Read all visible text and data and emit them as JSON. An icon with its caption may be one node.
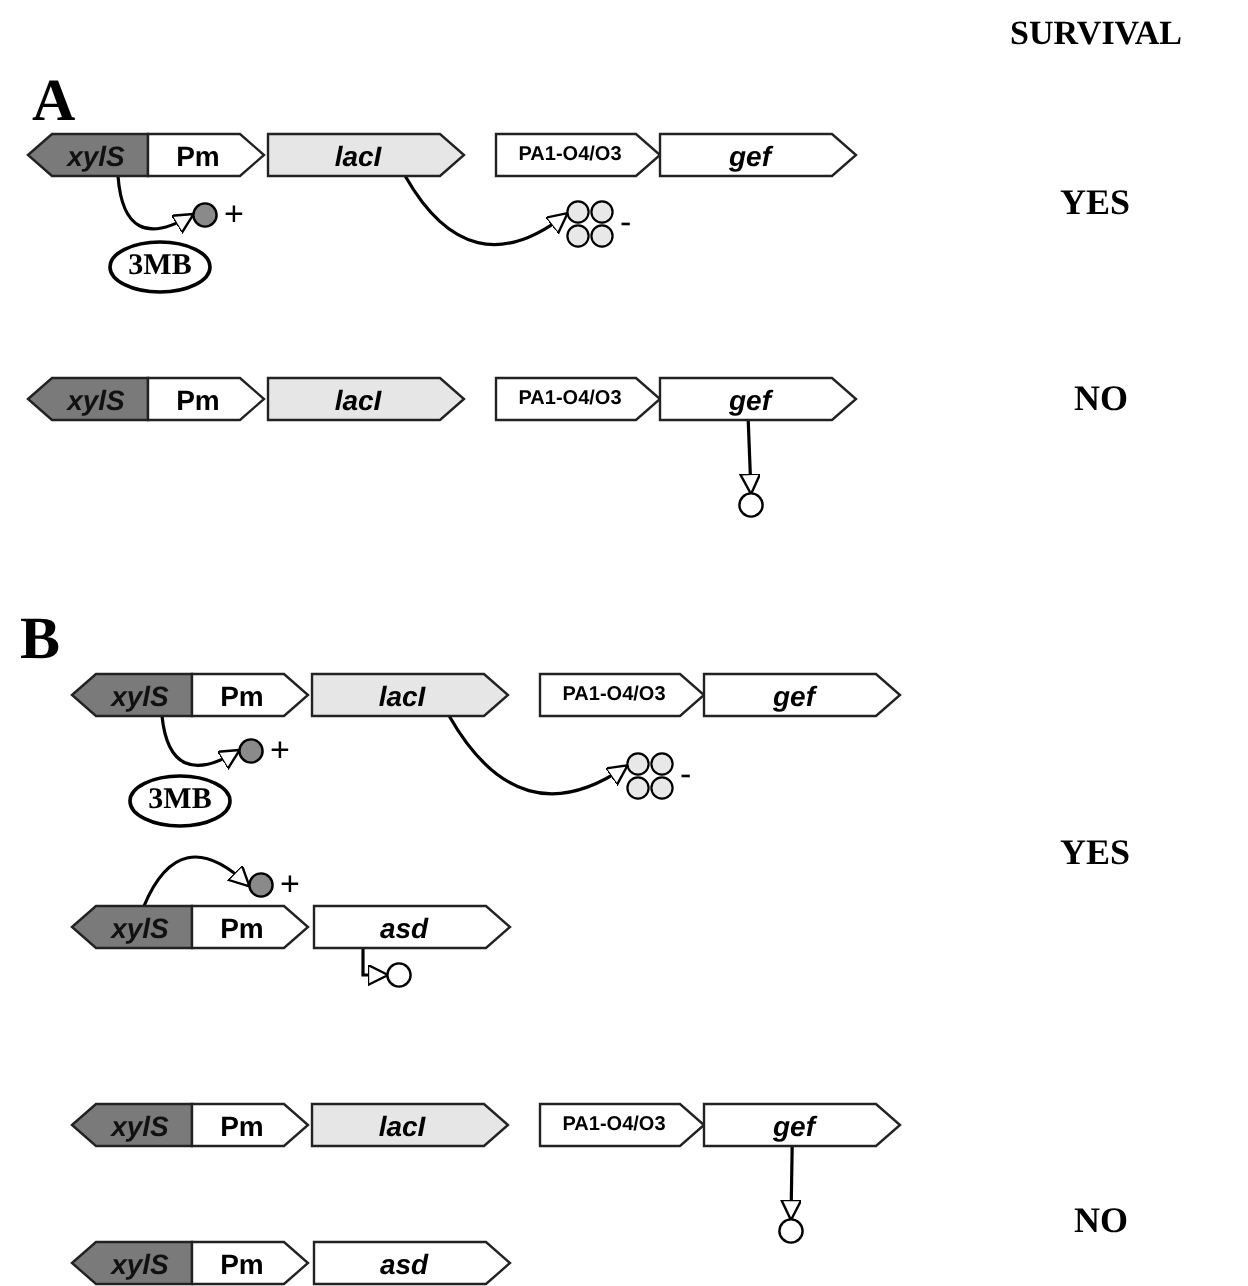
{
  "diagram": {
    "nodes": [
      {
        "text": [
          "xylS"
        ]
      },
      {
        "text": [
          "Pm"
        ]
      },
      {
        "text": [
          "lacI"
        ]
      },
      {
        "text": [
          "PA1-O4/O3"
        ]
      },
      {
        "text": [
          "gef"
        ]
      },
      {
        "text": [],
        "shape": "circle",
        "beside": [
          "+"
        ]
      },
      {
        "text": [],
        "shape": "circle",
        "beside": [
          "-"
        ]
      },
      {
        "text": [
          "3MB"
        ]
      },
      {
        "text": [
          "xylS"
        ]
      },
      {
        "text": [
          "Pm"
        ]
      },
      {
        "text": [
          "lacI"
        ]
      },
      {
        "text": [
          "PA1-O4/O3"
        ]
      },
      {
        "text": [
          "gef"
        ]
      },
      {
        "text": [],
        "shape": "circle"
      },
      {
        "text": [
          "xylS"
        ]
      },
      {
        "text": [
          "Pm"
        ]
      },
      {
        "text": [
          "lacI"
        ]
      },
      {
        "text": [
          "PA1-O4/O3"
        ]
      },
      {
        "text": [
          "gef"
        ]
      },
      {
        "text": [],
        "shape": "circle",
        "beside": [
          "+"
        ]
      },
      {
        "text": [],
        "shape": "circle",
        "beside": [
          "-"
        ]
      },
      {
        "text": [
          "3MB"
        ]
      },
      {
        "text": [],
        "shape": "circle",
        "beside": [
          "+"
        ]
      },
      {
        "text": [
          "xylS"
        ]
      },
      {
        "text": [
          "Pm"
        ]
      },
      {
        "text": [
          "asd"
        ]
      },
      {
        "text": [],
        "shape": "circle"
      },
      {
        "text": [
          "xylS"
        ]
      },
      {
        "text": [
          "Pm"
        ]
      },
      {
        "text": [
          "lacI"
        ]
      },
      {
        "text": [
          "PA1-O4/O3"
        ]
      },
      {
        "text": [
          "gef"
        ]
      },
      {
        "text": [],
        "shape": "circle"
      },
      {
        "text": [
          "xylS"
        ]
      },
      {
        "text": [
          "Pm"
        ]
      },
      {
        "text": [
          "asd"
        ]
      }
    ],
    "edges": [
      {
        "from": 0,
        "to": 5,
        "arrow": "to"
      },
      {
        "from": 2,
        "to": 6,
        "arrow": "to"
      },
      {
        "from": 12,
        "to": 13,
        "arrow": "to"
      },
      {
        "from": 14,
        "to": 19,
        "arrow": "to"
      },
      {
        "from": 16,
        "to": 20,
        "arrow": "to"
      },
      {
        "from": 23,
        "to": 22,
        "arrow": "to"
      },
      {
        "from": 25,
        "to": 26,
        "arrow": "to"
      },
      {
        "from": 31,
        "to": 32,
        "arrow": "to"
      }
    ],
    "labels": [
      "SURVIVAL",
      "A",
      "YES",
      "NO",
      "B",
      "YES",
      "NO"
    ]
  }
}
